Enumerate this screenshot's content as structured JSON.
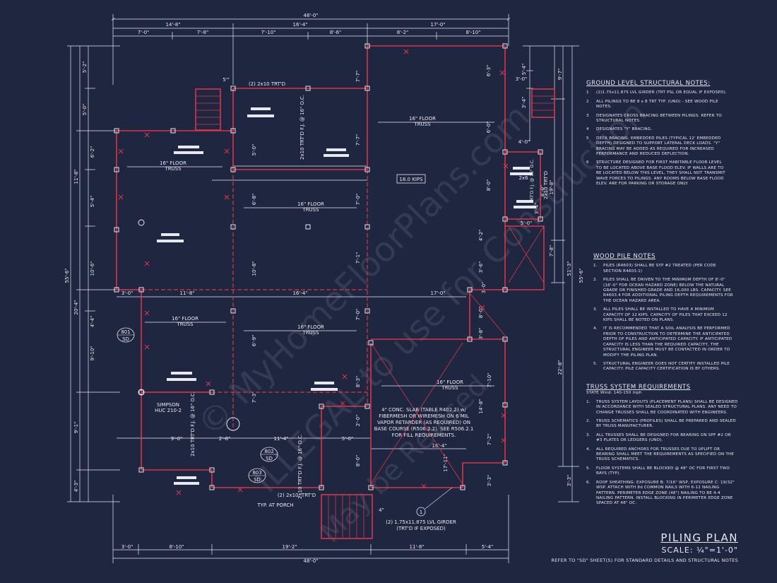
{
  "dims": {
    "overall_top": "48'-0\"",
    "top_left": "14'-8\"",
    "top_mid": "16'-4\"",
    "top_right": "17'-0\"",
    "top_sub": [
      "7'-0\"",
      "7'-8\"",
      "7'-10\"",
      "8'-6\"",
      "8'-2\"",
      "8'-10\""
    ],
    "overall_bottom": "48'-0\"",
    "bottom_sub": [
      "3'-0\"",
      "8'-10\"",
      "19'-2\"",
      "11'-8\"",
      "5'-4\""
    ],
    "left_outer": "55'-6\"",
    "left_mid": [
      "11'-8\"",
      "20'-4\"",
      "9'-1\"",
      "4'-3\""
    ],
    "left_inner": [
      "5'-2\"",
      "5'-0\"",
      "6'-2\"",
      "5'-4\"",
      "10'-6\"",
      "4'-4\"",
      "9'-10\""
    ],
    "right_outer": "55'-6\"",
    "right_mid": [
      "51'-3\"",
      "22'-8\"",
      "3'-3\""
    ],
    "right_a": [
      "9'-7\"",
      "19'-8\"",
      "7'-8\""
    ],
    "right_b": [
      "5'-4\"",
      "3'-4\"",
      "8'-0\"",
      "6'-3\"",
      "6'-0\"",
      "5'-0\""
    ],
    "interior": [
      "3'-0\"",
      "11'-8\"",
      "16'-4\"",
      "17'-0\"",
      "16'-4\"",
      "9'-0\"",
      "2'-8\"",
      "11'-4\"",
      "5'-0\"",
      "4'-0\"",
      "5'-0\"",
      "3'-0\"",
      "5'\"",
      "4\""
    ],
    "interior_v": [
      "7'-7\"",
      "7'-7\"",
      "5'-0\"",
      "6'-8\"",
      "7'-0\"",
      "7'-1\"",
      "10'-8\"",
      "7'-0\"",
      "6'-9\"",
      "7'-3\"",
      "8'-3\"",
      "2'-0\"",
      "8'-0\"",
      "17'-11\"",
      "14'-8\"",
      "7'-2\"",
      "7'-10\"",
      "8'-0\"",
      "3'-3\"",
      "3'-8\"",
      "4'-2\"",
      "3'-6\"",
      "3'-4\"",
      "3'-0\"",
      "8'-0\""
    ]
  },
  "labels": {
    "truss": "16\" FLOOR",
    "truss_sub": "TRUSS",
    "top_beam": "(2) 2x10 TRT'D",
    "bottom_beam": "(2) 2x10, TRT'D",
    "porch": "TYP. AT PORCH",
    "kips": "18.0 KIPS",
    "girder_1": "(2) 1.75x11.875 LVL GIRDER",
    "girder_2": "(TRT'D IF EXPOSED)",
    "simpson_1": "SIMPSON",
    "simpson_2": "HUC 210-2",
    "vert_beam": "2x10 TRT'D F.J. @ 16\" O.C.",
    "vert_beam2": "2x10 TRT'D F.J. @ 16\" O.C.",
    "vert_beam3": "2x10 TRT'D F.J. @ 16\" O.C.",
    "right_2x6": "2x6",
    "right_2x6_sub": "TRT'D F.J. @ 16\" O.C.",
    "right_2x10": "2x10 TRT'D",
    "slab": [
      "4\" CONC. SLAB (TABLE R402.2) w/",
      "FIBERMESH OR WIREMESH ON 6 MIL",
      "VAPOR RETARDER (AS REQUIRED) ON",
      "BASE COURSE (R506.2.2). SEE R506.2.1",
      "FOR FILL REQUIREMENTS."
    ],
    "det_801": "801",
    "det_802": "802",
    "det_803": "803",
    "det_sd": "SD",
    "callout_1": "1"
  },
  "notes": {
    "ground_title": "GROUND LEVEL STRUCTURAL NOTES:",
    "ground": [
      {
        "n": "1",
        "t": "(2)1.75x11.875 LVL GIRDER (TRT PSL OR EQUAL IF EXPOSED)."
      },
      {
        "n": "2",
        "t": "ALL PILINGS TO BE 8 x 8 TRT TYP. (UNO) - SEE WOOD PILE NOTES."
      },
      {
        "n": "3",
        "t": "DESIGNATES CROSS BRACING BETWEEN PILINGS. REFER TO STRUCTURAL NOTES."
      },
      {
        "n": "4",
        "t": "DESIGNATES \"Y\" BRACING."
      },
      {
        "n": "5",
        "t": "DECK BRACING: EMBEDDED PILES (TYPICAL 12' EMBEDDED DEPTH) DESIGNED TO SUPPORT LATERAL DECK LOADS. \"Y\" BRACING MAY BE ADDED AS REQUIRED FOR INCREASED PERFORMANCE AND REDUCED DEFLECTION."
      },
      {
        "n": "6",
        "t": "STRUCTURE DESIGNED FOR FIRST HABITABLE FLOOR LEVEL TO BE LOCATED ABOVE BASE FLOOD ELEV. IF WALLS ARE TO BE LOCATED BELOW THIS LEVEL, THEY SHALL NOT TRANSMIT WAVE FORCES TO PILINGS. ANY ROOMS BELOW BASE FLOOD ELEV. ARE FOR PARKING OR STORAGE ONLY."
      }
    ],
    "wood_title": "WOOD PILE NOTES",
    "wood": [
      {
        "n": "1.",
        "t": "PILES (R4603) SHALL BE SYP #2 TREATED (PER CODE SECTION R4603.1)"
      },
      {
        "n": "2.",
        "t": "PILES SHALL BE DRIVEN TO THE MINIMUM DEPTH OF 8'-0\" (16'-0\" FOR OCEAN HAZARD ZONE) BELOW THE NATURAL GRADE OR FINISHED GRADE AND 16,000 LBS. CAPACITY. SEE R4603.4 FOR ADDITIONAL PILING DEPTH REQUIREMENTS FOR THE OCEAN HAZARD AREA."
      },
      {
        "n": "3.",
        "t": "ALL PILES SHALL BE INSTALLED TO HAVE A MINIMUM CAPACITY OF 12 KIPS. CAPACITY OF PILES THAT EXCEED 12 KIPS SHALL BE NOTED ON PLANS."
      },
      {
        "n": "4.",
        "t": "IT IS RECOMMENDED THAT A SOIL ANALYSIS BE PERFORMED PRIOR TO CONSTRUCTION TO DETERMINE THE ANTICIPATED DEPTH OF PILES AND ANTICIPATED CAPACITY. IF ANTICIPATED CAPACITY IS LESS THAN THE REQUIRED CAPACITY, THE STRUCTURAL ENGINEER MUST BE CONTACTED IN ORDER TO MODIFY THE PILING PLAN."
      },
      {
        "n": "5.",
        "t": "STRUCTURAL ENGINEER DOES NOT CERTIFY INSTALLED PILE CAPACITY. PILE CAPACITY CERTIFICATION IS BY OTHERS."
      }
    ],
    "truss_title": "TRUSS SYSTEM REQUIREMENTS",
    "truss_state": "STATE Wind: 140-150 mph",
    "truss": [
      {
        "n": "1.",
        "t": "TRUSS SYSTEM LAYOUTS (PLACEMENT PLANS) SHALL BE DESIGNED IN ACCORDANCE WITH SEALED STRUCTURAL PLANS. ANY NEED TO CHANGE TRUSSES SHALL BE COORDINATED WITH ENGINEERS."
      },
      {
        "n": "2.",
        "t": "TRUSS SCHEMATICS (PROFILES) SHALL BE PREPARED AND SEALED BY TRUSS MANUFACTURER."
      },
      {
        "n": "3.",
        "t": "ALL TRUSSES SHALL BE DESIGNED FOR BEARING ON SPF #2 OR #3 PLATES OR LEDGERS (UNO)."
      },
      {
        "n": "4.",
        "t": "ALL REQUIRED ANCHORS FOR TRUSSES DUE TO UPLIFT OR BEARING SHALL MEET THE REQUIREMENTS AS SPECIFIED ON THE TRUSS SCHEMATICS."
      },
      {
        "n": "5.",
        "t": "FLOOR SYSTEMS SHALL BE BLOCKED @ 48\" OC FOR FIRST TWO BAYS (TYP)."
      },
      {
        "n": "6.",
        "t": "ROOF SHEATHING: EXPOSURE B: 7/16\" WSP, EXPOSURE C: 19/32\" WSP. ATTACH WITH 8d COMMON NAILS WITH 6-12 NAILING PATTERN. PERIMETER EDGE ZONE (48\") NAILING TO BE 4-4 NAILING PATTERN. INSTALL BLOCKING IN PERIMETER EDGE ZONE SPACED AT 48\" OC."
      }
    ]
  },
  "title": {
    "name": "PILING PLAN",
    "scale": "SCALE: ¼\"=1'-0\"",
    "ref": "REFER TO \"SD\" SHEET(S) FOR STANDARD DETAILS AND STRUCTURAL NOTES"
  },
  "colors": {
    "background": "#1f2640",
    "lines": "#e8e8f0",
    "structure": "#d8364a"
  }
}
